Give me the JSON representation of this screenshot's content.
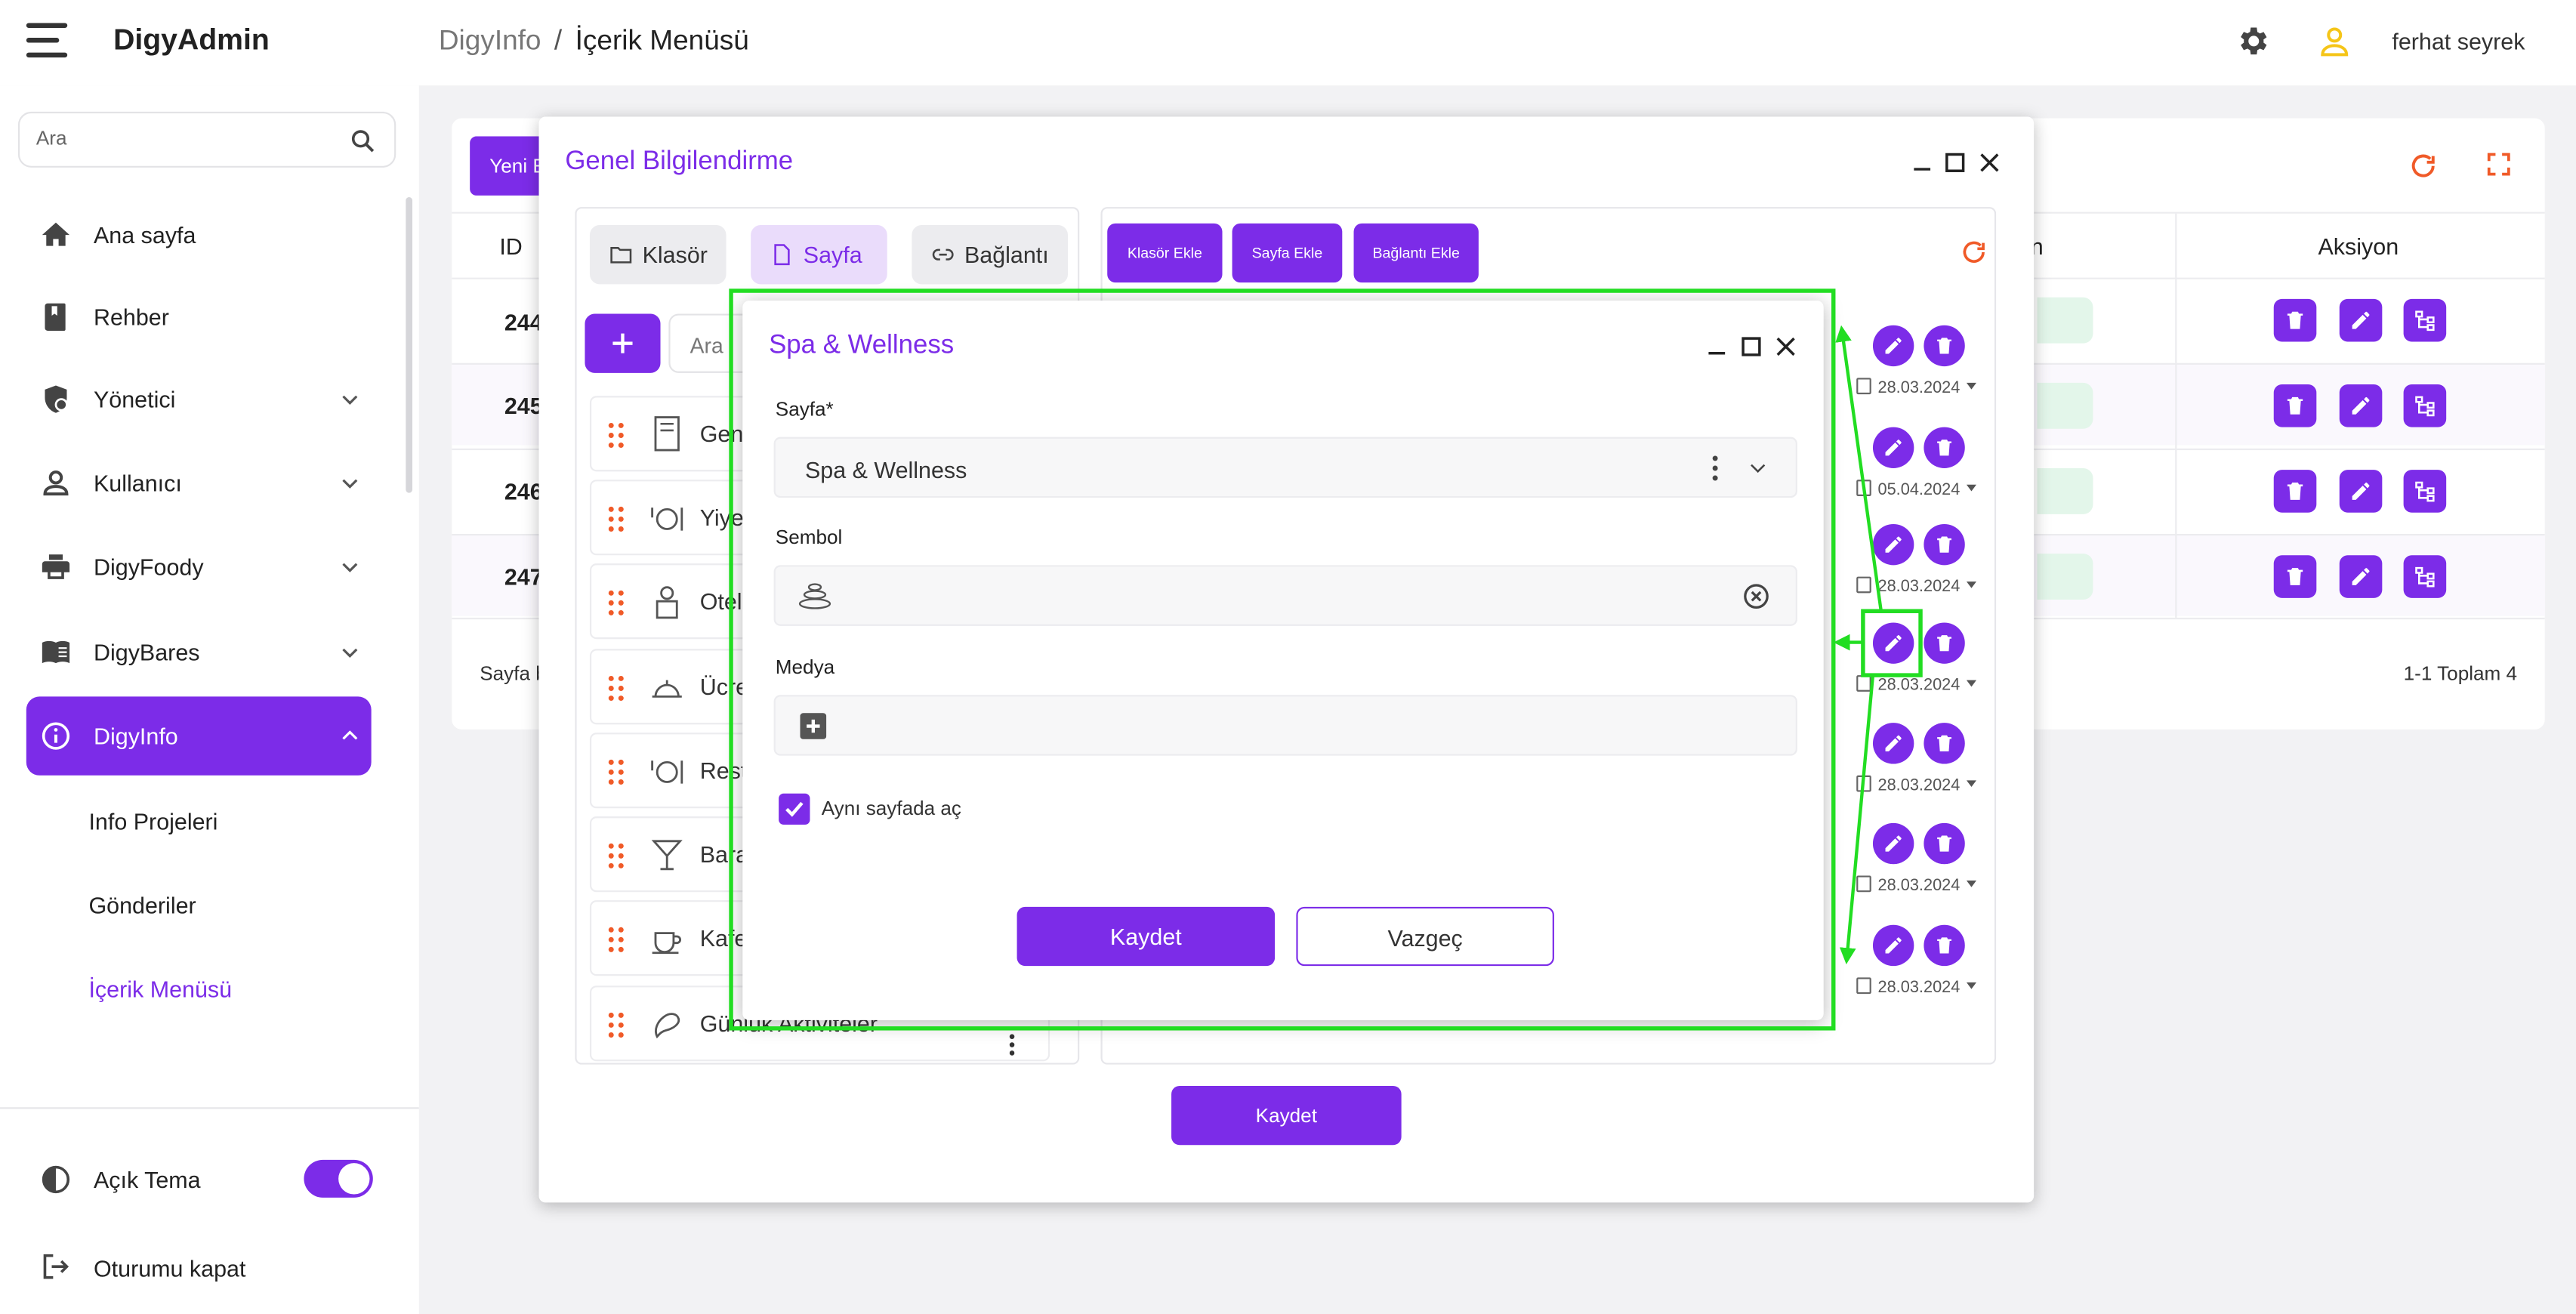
{
  "header": {
    "brand": "DigyAdmin",
    "crumb_parent": "DigyInfo",
    "crumb_sep": "/",
    "crumb_current": "İçerik Menüsü",
    "user_name": "ferhat seyrek"
  },
  "sidebar": {
    "search_placeholder": "Ara",
    "items": [
      {
        "label": "Ana sayfa",
        "icon": "home-icon"
      },
      {
        "label": "Rehber",
        "icon": "book-icon"
      },
      {
        "label": "Yönetici",
        "icon": "shield-user-icon"
      },
      {
        "label": "Kullanıcı",
        "icon": "user-icon"
      },
      {
        "label": "DigyFoody",
        "icon": "printer-icon"
      },
      {
        "label": "DigyBares",
        "icon": "menu-book-icon"
      },
      {
        "label": "DigyInfo",
        "icon": "info-icon"
      }
    ],
    "sub_items": [
      "Info Projeleri",
      "Gönderiler",
      "İçerik Menüsü"
    ],
    "theme_label": "Açık Tema",
    "theme_on": true,
    "logout_label": "Oturumu kapat"
  },
  "page": {
    "new_button": "Yeni E",
    "col_id": "ID",
    "col_partial": "n",
    "col_actions": "Aksiyon",
    "row_ids": [
      "244",
      "245",
      "246",
      "247"
    ],
    "footer_left": "Sayfa b",
    "footer_right": "1-1 Toplam 4"
  },
  "modal1": {
    "title": "Genel Bilgilendirme",
    "tabs": [
      "Klasör",
      "Sayfa",
      "Bağlantı"
    ],
    "selected_tab": "Sayfa",
    "search_placeholder": "Ara",
    "list_items": [
      {
        "label": "Gene",
        "icon": "book-icon"
      },
      {
        "label": "Yiye",
        "icon": "plate-icon"
      },
      {
        "label": "Otel",
        "icon": "bellboy-icon"
      },
      {
        "label": "Ücre",
        "icon": "cloche-icon"
      },
      {
        "label": "Rest",
        "icon": "plate-icon"
      },
      {
        "label": "Bara",
        "icon": "cocktail-icon"
      },
      {
        "label": "Kafe",
        "icon": "coffee-icon"
      },
      {
        "label": "Günlük Aktiviteler",
        "icon": "activity-icon"
      }
    ],
    "add_buttons": [
      "Klasör Ekle",
      "Sayfa Ekle",
      "Bağlantı Ekle"
    ],
    "row_dates": [
      "28.03.2024",
      "05.04.2024",
      "28.03.2024",
      "28.03.2024",
      "28.03.2024",
      "28.03.2024",
      "28.03.2024"
    ],
    "save_button": "Kaydet"
  },
  "modal2": {
    "title": "Spa & Wellness",
    "page_label": "Sayfa*",
    "page_value": "Spa & Wellness",
    "symbol_label": "Sembol",
    "symbol_icon": "spa-stones-icon",
    "media_label": "Medya",
    "same_page_label": "Aynı sayfada aç",
    "same_page_checked": true,
    "save_button": "Kaydet",
    "cancel_button": "Vazgeç"
  },
  "colors": {
    "accent": "#7c2ce8",
    "drag_handle": "#f05a28",
    "refresh": "#f05a28",
    "annotation": "#22dd22",
    "status_green": "#e3f6ea"
  }
}
